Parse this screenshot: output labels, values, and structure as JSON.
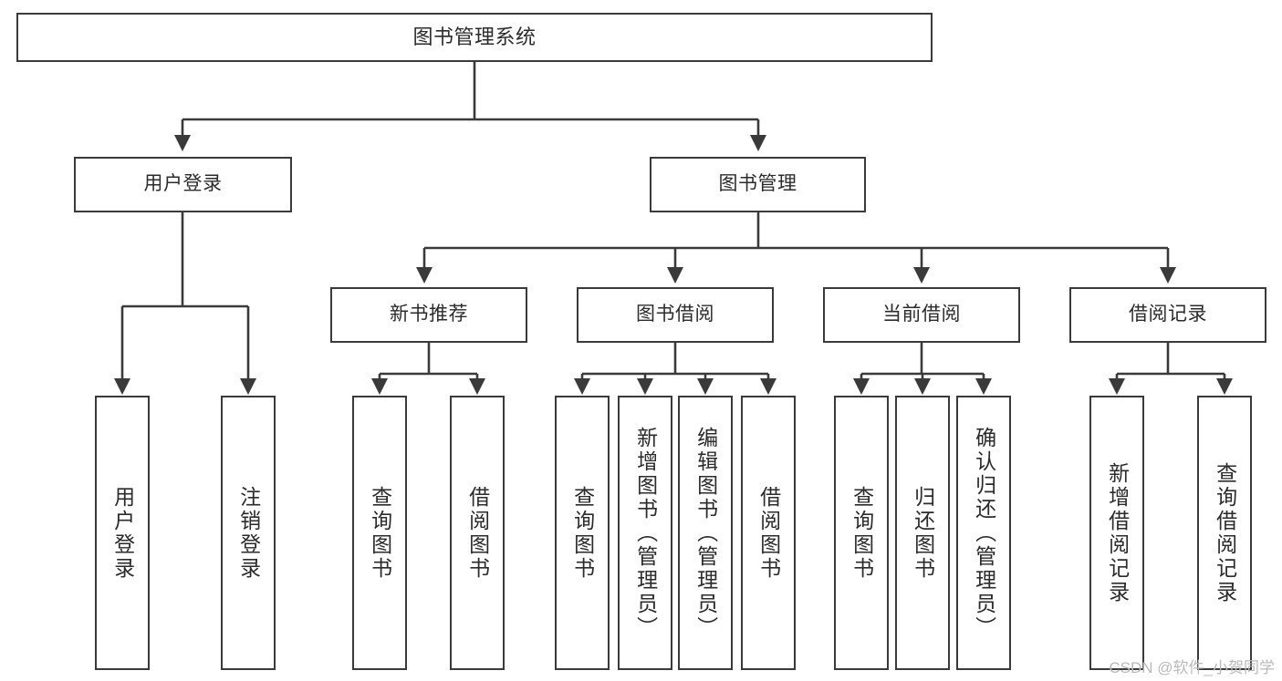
{
  "diagram": {
    "type": "tree",
    "title": "图书管理系统",
    "orientation": "top-down",
    "colors": {
      "box_border": "#3a3a3a",
      "box_fill": "#ffffff",
      "edge": "#3a3a3a",
      "text": "#2b2b2b",
      "watermark": "#b9b9b9",
      "background": "#ffffff"
    },
    "root": {
      "id": "root",
      "label": "图书管理系统"
    },
    "level1": [
      {
        "id": "user-login",
        "label": "用户登录"
      },
      {
        "id": "book-manage",
        "label": "图书管理"
      }
    ],
    "level2": [
      {
        "id": "new-book-rec",
        "label": "新书推荐",
        "parent": "book-manage"
      },
      {
        "id": "book-borrow",
        "label": "图书借阅",
        "parent": "book-manage"
      },
      {
        "id": "current-borrow",
        "label": "当前借阅",
        "parent": "book-manage"
      },
      {
        "id": "borrow-record",
        "label": "借阅记录",
        "parent": "book-manage"
      }
    ],
    "leaves": [
      {
        "id": "leaf-user-login",
        "label": "用户登录",
        "parent": "user-login"
      },
      {
        "id": "leaf-user-logout",
        "label": "注销登录",
        "parent": "user-login"
      },
      {
        "id": "leaf-query-book-1",
        "label": "查询图书",
        "parent": "new-book-rec"
      },
      {
        "id": "leaf-borrow-book-1",
        "label": "借阅图书",
        "parent": "new-book-rec"
      },
      {
        "id": "leaf-query-book-2",
        "label": "查询图书",
        "parent": "book-borrow"
      },
      {
        "id": "leaf-add-book",
        "label": "新增图书（管理员）",
        "parent": "book-borrow"
      },
      {
        "id": "leaf-edit-book",
        "label": "编辑图书（管理员）",
        "parent": "book-borrow"
      },
      {
        "id": "leaf-borrow-book-2",
        "label": "借阅图书",
        "parent": "book-borrow"
      },
      {
        "id": "leaf-query-book-3",
        "label": "查询图书",
        "parent": "current-borrow"
      },
      {
        "id": "leaf-return-book",
        "label": "归还图书",
        "parent": "current-borrow"
      },
      {
        "id": "leaf-confirm-return",
        "label": "确认归还（管理员）",
        "parent": "current-borrow"
      },
      {
        "id": "leaf-add-record",
        "label": "新增借阅记录",
        "parent": "borrow-record"
      },
      {
        "id": "leaf-query-record",
        "label": "查询借阅记录",
        "parent": "borrow-record"
      }
    ]
  },
  "watermark": {
    "text": "CSDN @软件_小贺同学"
  }
}
